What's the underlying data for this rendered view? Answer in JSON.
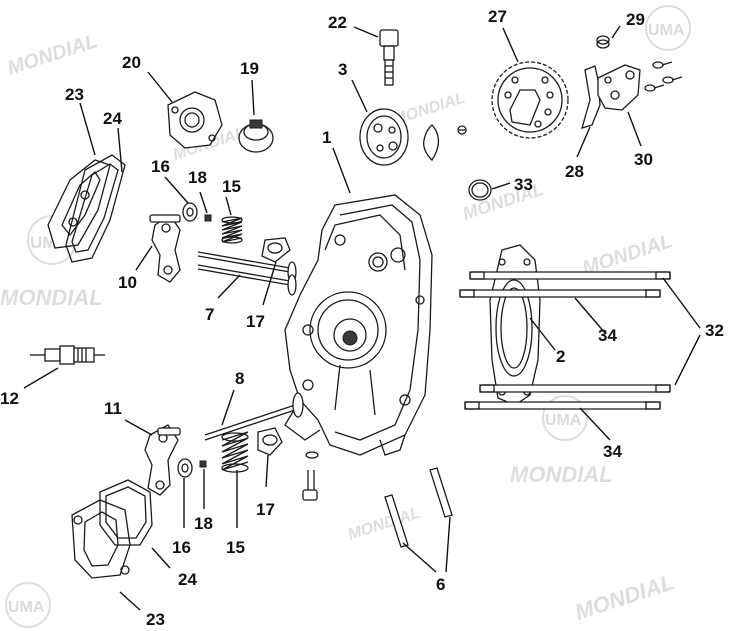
{
  "watermark": {
    "brand_text": "MONDIAL",
    "logo_text": "UMA"
  },
  "callouts": {
    "l1": "1",
    "l2": "2",
    "l3": "3",
    "l6": "6",
    "l7": "7",
    "l8": "8",
    "l10": "10",
    "l11": "11",
    "l12": "12",
    "l15a": "15",
    "l15b": "15",
    "l16a": "16",
    "l16b": "16",
    "l17a": "17",
    "l17b": "17",
    "l18a": "18",
    "l18b": "18",
    "l19": "19",
    "l20": "20",
    "l22": "22",
    "l23a": "23",
    "l23b": "23",
    "l24a": "24",
    "l24b": "24",
    "l27": "27",
    "l28": "28",
    "l29": "29",
    "l30": "30",
    "l32": "32",
    "l33": "33",
    "l34a": "34",
    "l34b": "34"
  }
}
